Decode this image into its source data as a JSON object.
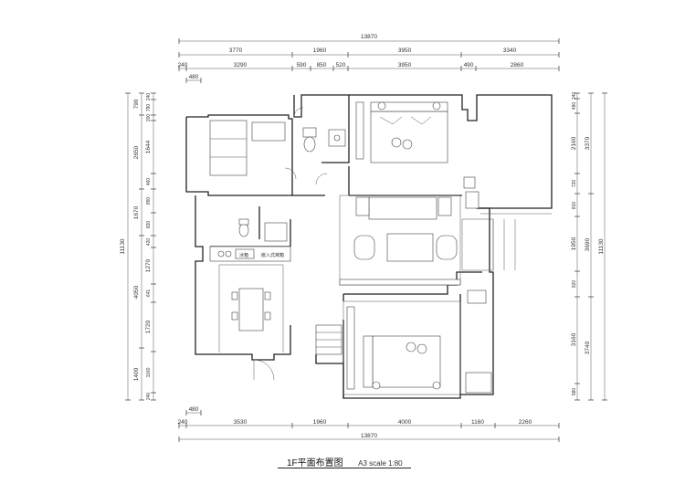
{
  "title": "1F平面布置图",
  "scale_label": "A3 scale 1:80",
  "top_dims": {
    "total": "13870",
    "row1": [
      "3770",
      "1960",
      "3950",
      "3340"
    ],
    "row2": [
      "240",
      "3290",
      "590",
      "850",
      "520",
      "3950",
      "490",
      "2860"
    ],
    "row3": [
      "480"
    ]
  },
  "bottom_dims": {
    "row1": [
      "480"
    ],
    "row2": [
      "240",
      "3530",
      "1960",
      "4000",
      "1160",
      "2260"
    ],
    "total": "13870"
  },
  "left_dims": {
    "total": "11130",
    "outer": [
      "790",
      "2650",
      "1670",
      "4050",
      "1400"
    ],
    "inner": [
      "240",
      "790",
      "200",
      "1644",
      "460",
      "850",
      "820",
      "420",
      "1270",
      "641",
      "1720",
      "1160",
      "240"
    ]
  },
  "right_dims": {
    "total": "11130",
    "outer": [
      "3370",
      "3690",
      "3740"
    ],
    "inner": [
      "240",
      "490",
      "2160",
      "720",
      "810",
      "1950",
      "920",
      "3160",
      "580"
    ]
  },
  "room_labels": {
    "kitchen_counter": "嵌入式烤箱",
    "kitchen_tag": "冰箱"
  }
}
